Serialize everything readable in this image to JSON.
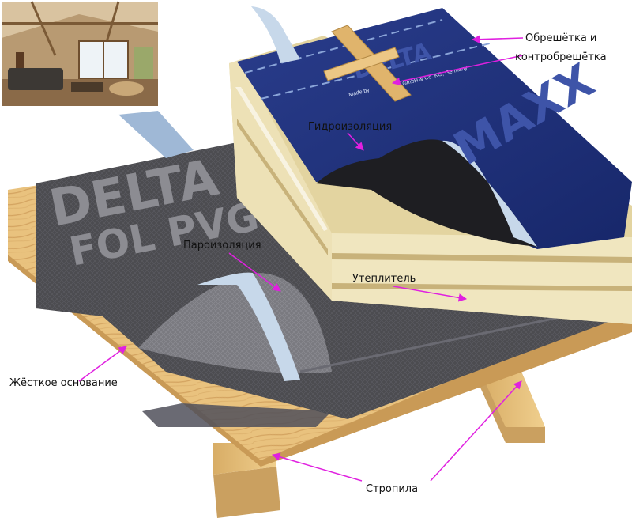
{
  "labels": {
    "battens_line1": "Обрешётка и",
    "battens_line2": "контробрешётка",
    "waterproofing": "Гидроизоляция",
    "vapor_barrier": "Пароизоляция",
    "insulation": "Утеплитель",
    "rigid_base": "Жёсткое основание",
    "rafters": "Стропила"
  },
  "membrane_print": {
    "brand": "DELTA",
    "registered": "®",
    "product": "FOL PVG",
    "blue_brand": "DELTA",
    "blue_product": "MAXX",
    "made_by": "Made by",
    "manufacturer": "GmbH & Co. KG, Germany"
  },
  "colors": {
    "arrow": "#e020e0",
    "wood": "#e8c07a",
    "membrane_dark": "#4a4a4e",
    "membrane_blue": "#1c2e78",
    "insulation": "#efe3b4",
    "tape": "#9fb8d6"
  }
}
